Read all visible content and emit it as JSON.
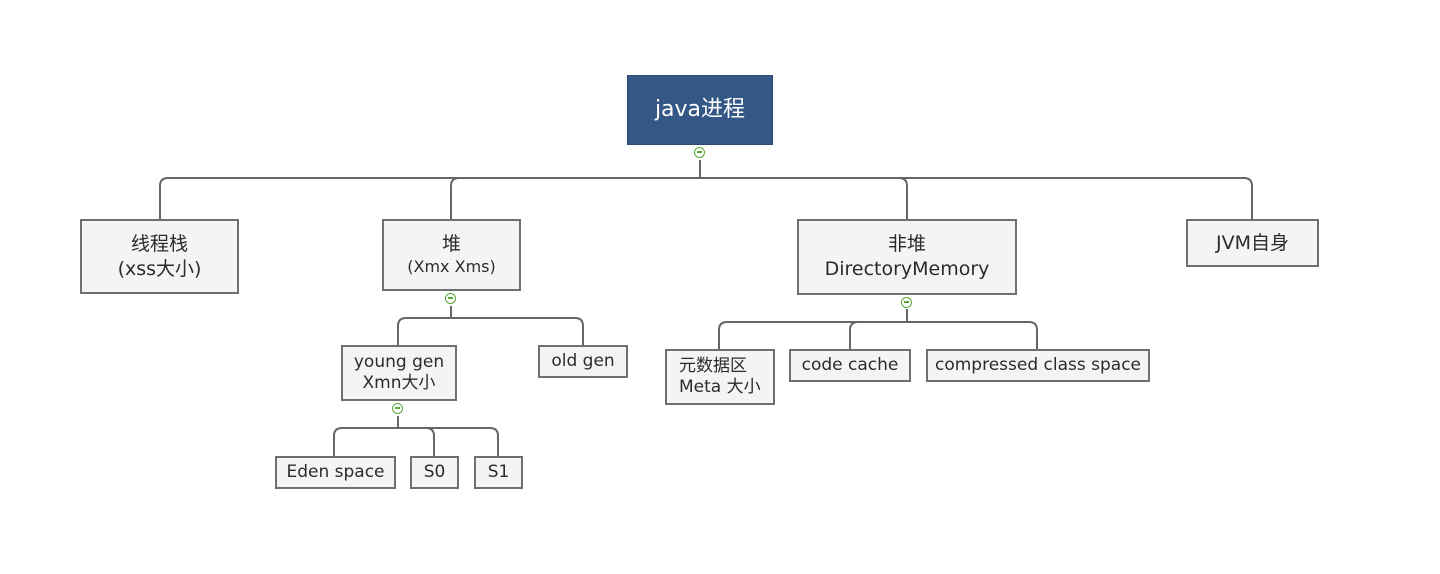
{
  "root": {
    "label": "java进程"
  },
  "thread_stack": {
    "line1": "线程栈",
    "line2": "(xss大小)"
  },
  "heap": {
    "line1": "堆",
    "line2": "(Xmx Xms)",
    "young_gen": {
      "line1": "young gen",
      "line2": "Xmn大小"
    },
    "old_gen": "old gen",
    "eden": "Eden space",
    "s0": "S0",
    "s1": "S1"
  },
  "non_heap": {
    "line1": "非堆",
    "line2": "DirectoryMemory",
    "metaspace": {
      "line1": "元数据区",
      "line2": "Meta 大小"
    },
    "code_cache": "code cache",
    "compressed_class_space": "compressed class space"
  },
  "jvm_self": {
    "label": "JVM自身"
  },
  "colors": {
    "root_fill": "#355785",
    "node_fill": "#f4f4f4",
    "node_border": "#6f6f6f",
    "connector": "#666666",
    "collapse_toggle": "#58a83a"
  }
}
